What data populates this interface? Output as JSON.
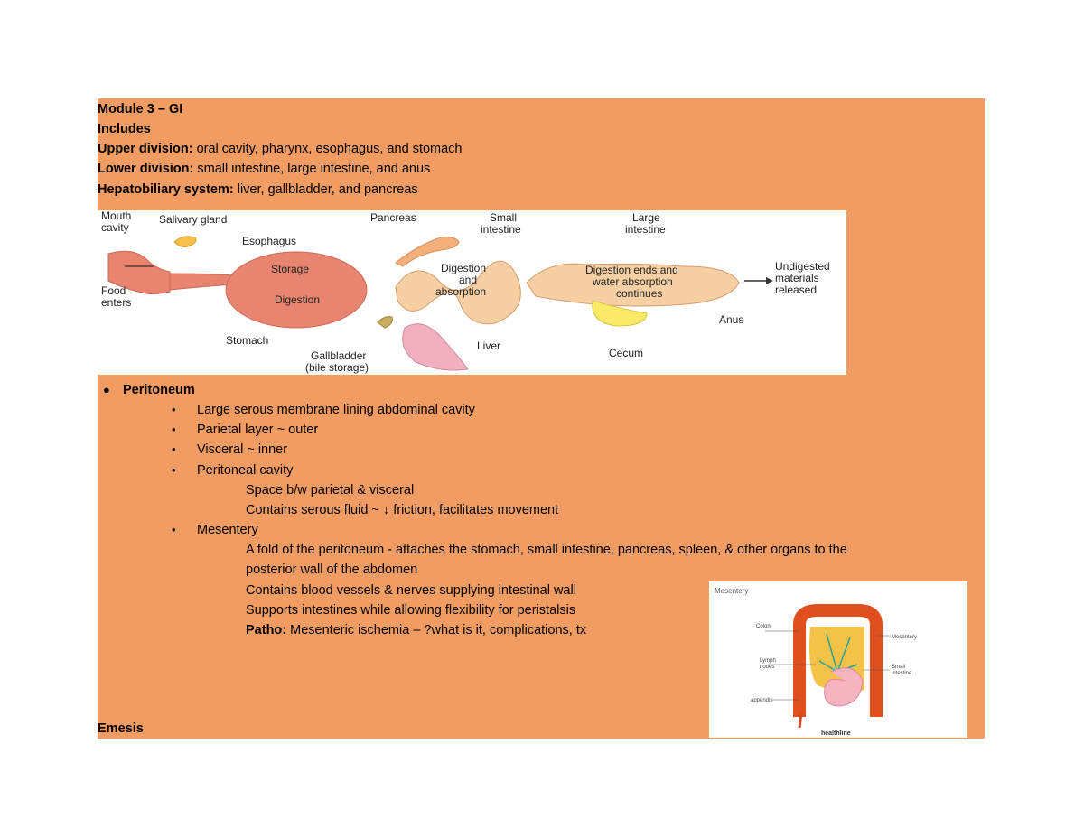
{
  "header": {
    "title": "Module 3 – GI",
    "includes": "Includes",
    "upper_label": "Upper division:",
    "upper_text": " oral cavity, pharynx, esophagus, and stomach",
    "lower_label": "Lower division:",
    "lower_text": " small intestine, large intestine, and anus",
    "hepato_label": "Hepatobiliary system:",
    "hepato_text": " liver, gallbladder, and pancreas"
  },
  "gi_diagram": {
    "mouth": [
      "Mouth",
      "cavity"
    ],
    "food": [
      "Food",
      "enters"
    ],
    "salivary": "Salivary gland",
    "esophagus": "Esophagus",
    "storage": "Storage",
    "digestion": "Digestion",
    "stomach": "Stomach",
    "pancreas": "Pancreas",
    "gallbladder": [
      "Gallbladder",
      "(bile storage)"
    ],
    "liver": "Liver",
    "small_intestine": [
      "Small",
      "intestine"
    ],
    "dig_abs": [
      "Digestion",
      "and",
      "absorption"
    ],
    "large_intestine": [
      "Large",
      "intestine"
    ],
    "dig_ends": [
      "Digestion ends and",
      "water absorption",
      "continues"
    ],
    "cecum": "Cecum",
    "anus": "Anus",
    "undigested": [
      "Undigested",
      "materials",
      "released"
    ]
  },
  "peritoneum": {
    "heading": "Peritoneum",
    "items": [
      "Large serous membrane lining abdominal cavity",
      "Parietal layer ~ outer",
      "Visceral ~ inner",
      "Peritoneal cavity"
    ],
    "cavity_sub": [
      "Space b/w parietal & visceral",
      "Contains serous fluid ~ ↓ friction, facilitates movement"
    ],
    "mesentery": "Mesentery",
    "mesentery_sub": [
      "A fold of the peritoneum - attaches the stomach, small intestine, pancreas, spleen, & other organs to the",
      "posterior wall of the abdomen",
      "Contains blood vessels & nerves supplying intestinal wall",
      "Supports intestines while allowing flexibility for peristalsis"
    ],
    "patho_label": "Patho:",
    "patho_text": " Mesenteric ischemia – ?what is it, complications, tx"
  },
  "mesentery_figure": {
    "title": "Mesentery",
    "colon": "Colon",
    "mesentery": "Mesentery",
    "lymph": [
      "Lymph",
      "nodes"
    ],
    "small": [
      "Small",
      "intestine"
    ],
    "appendix": "appendix",
    "brand": "healthline"
  },
  "footer": {
    "emesis": "Emesis"
  }
}
